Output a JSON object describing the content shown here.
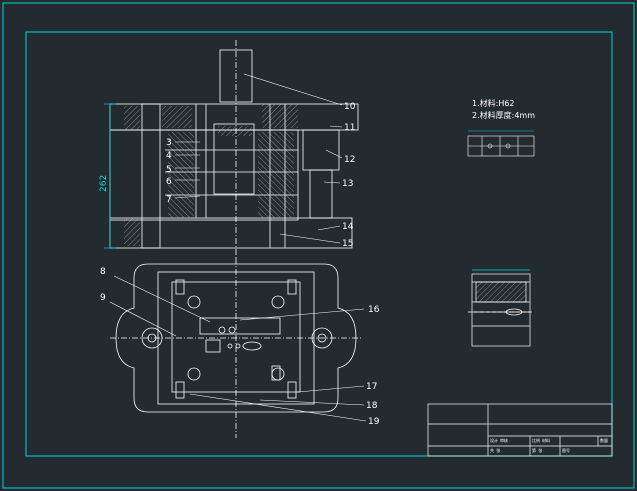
{
  "colors": {
    "background": "#232a30",
    "border": "#00d8d8",
    "outline": "#ffffff",
    "hatch": "#c8c8c8",
    "leader": "#ffffff",
    "centerline": "#ffffff"
  },
  "dimension": {
    "height": "262"
  },
  "notes": [
    "1.材料:H62",
    "2.材料厚度:4mm"
  ],
  "part_labels": [
    "10",
    "11",
    "12",
    "13",
    "14",
    "15",
    "16",
    "17",
    "18",
    "19",
    "9",
    "8",
    "7",
    "6",
    "5",
    "4",
    "3"
  ],
  "title_block": {
    "small_cells": [
      "设计",
      "审核",
      "比例",
      "材料",
      "数量",
      "共 张",
      "第 张",
      "图号"
    ]
  }
}
